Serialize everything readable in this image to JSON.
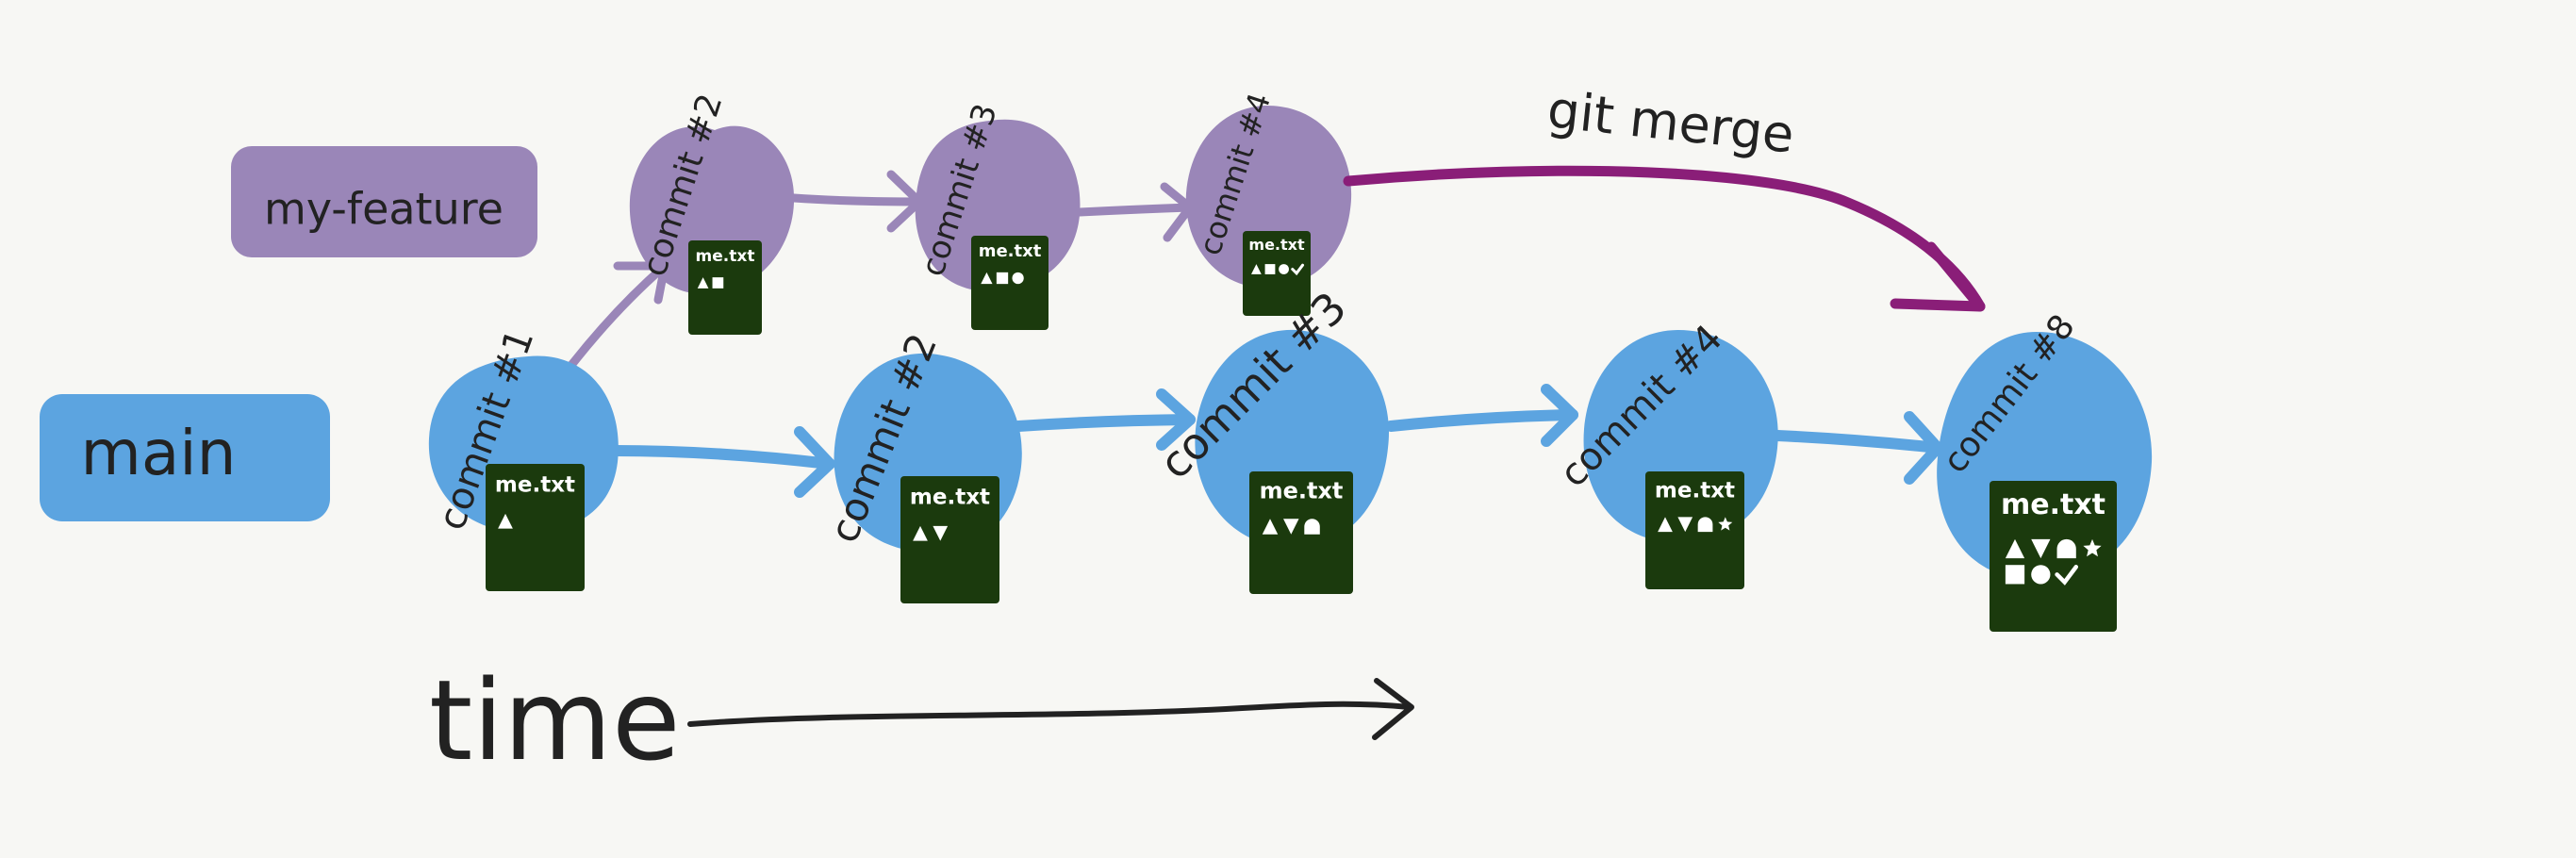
{
  "branches": {
    "feature": "my-feature",
    "main": "main"
  },
  "operation": "git merge",
  "time_label": "time",
  "colors": {
    "main": "#5ca4e0",
    "feature": "#9a86b8",
    "merge_arrow": "#8a1e78",
    "file_bg": "#1b3a0d",
    "ink": "#222222"
  },
  "feature_commits": [
    {
      "label": "commit #2",
      "file": "me.txt",
      "shapes": [
        "triangle",
        "square"
      ]
    },
    {
      "label": "commit #3",
      "file": "me.txt",
      "shapes": [
        "triangle",
        "square",
        "circle"
      ]
    },
    {
      "label": "commit #4",
      "file": "me.txt",
      "shapes": [
        "triangle",
        "square",
        "circle",
        "check"
      ]
    }
  ],
  "main_commits": [
    {
      "label": "commit #1",
      "file": "me.txt",
      "shapes": [
        "triangle"
      ]
    },
    {
      "label": "commit #2",
      "file": "me.txt",
      "shapes": [
        "triangle",
        "inverted-triangle"
      ]
    },
    {
      "label": "commit #3",
      "file": "me.txt",
      "shapes": [
        "triangle",
        "inverted-triangle",
        "half-circle"
      ]
    },
    {
      "label": "commit #4",
      "file": "me.txt",
      "shapes": [
        "triangle",
        "inverted-triangle",
        "half-circle",
        "star"
      ]
    },
    {
      "label": "commit #8",
      "file": "me.txt",
      "shapes": [
        "triangle",
        "inverted-triangle",
        "half-circle",
        "star",
        "square",
        "circle",
        "check"
      ]
    }
  ]
}
